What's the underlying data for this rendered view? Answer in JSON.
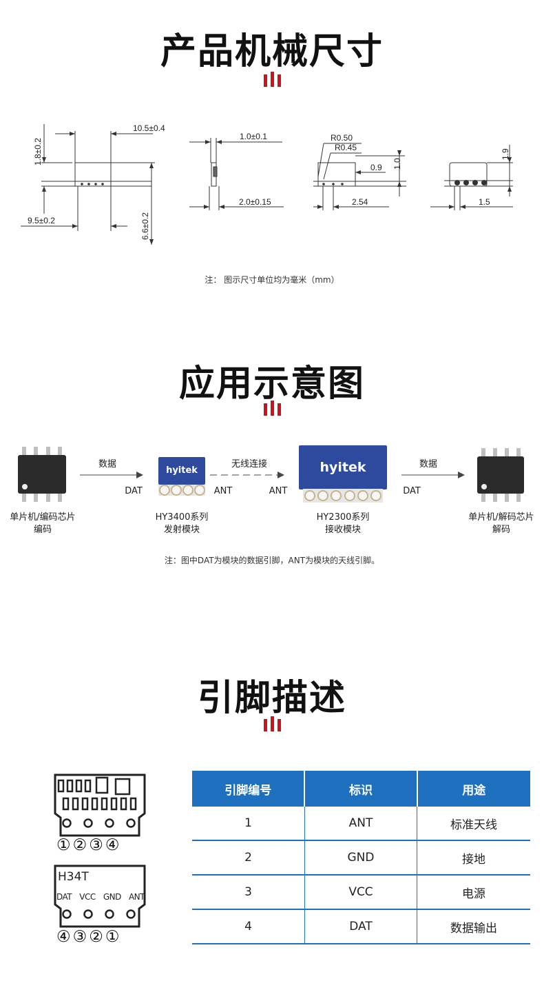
{
  "sections": {
    "dimensions": {
      "title": "产品机械尺寸",
      "note": "注： 图示尺寸单位均为毫米（mm）",
      "labels": {
        "d1": "10.5±0.4",
        "d2": "1.8±0.2",
        "d3": "9.5±0.2",
        "d4": "6.6±0.2",
        "d5": "1.0±0.1",
        "d6": "2.0±0.15",
        "d7": "R0.50",
        "d8": "R0.45",
        "d9": "0.9",
        "d10": "1.0",
        "d11": "2.54",
        "d12": "1.9",
        "d13": "1.5"
      }
    },
    "application": {
      "title": "应用示意图",
      "note": "注：图中DAT为模块的数据引脚，ANT为模块的天线引脚。",
      "arrow1_label": "数据",
      "arrow2_label": "无线连接",
      "arrow3_label": "数据",
      "dat_left": "DAT",
      "ant_left": "ANT",
      "ant_right": "ANT",
      "dat_right": "DAT",
      "mcu_left_line1": "单片机/编码芯片",
      "mcu_left_line2": "编码",
      "tx_line1": "HY3400系列",
      "tx_line2": "发射模块",
      "rx_line1": "HY2300系列",
      "rx_line2": "接收模块",
      "mcu_right_line1": "单片机/解码芯片",
      "mcu_right_line2": "解码",
      "brand_tx": "hyitek",
      "brand_rx": "hyitek"
    },
    "pins": {
      "title": "引脚描述",
      "top_numbers": "①②③④",
      "bottom_numbers": "④③②①",
      "module_name": "H34T",
      "pin_labels": [
        "DAT",
        "VCC",
        "GND",
        "ANT"
      ],
      "headers": [
        "引脚编号",
        "标识",
        "用途"
      ],
      "rows": [
        [
          "1",
          "ANT",
          "标准天线"
        ],
        [
          "2",
          "GND",
          "接地"
        ],
        [
          "3",
          "VCC",
          "电源"
        ],
        [
          "4",
          "DAT",
          "数据输出"
        ]
      ]
    }
  },
  "colors": {
    "accent_red": "#c8161e",
    "table_blue": "#1e70bf",
    "module_blue": "#2e4a9e"
  }
}
